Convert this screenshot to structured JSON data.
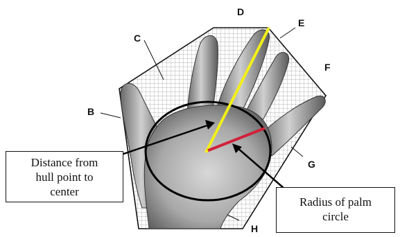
{
  "labels": {
    "B": "B",
    "C": "C",
    "D": "D",
    "E": "E",
    "F": "F",
    "G": "G",
    "H": "H"
  },
  "callouts": {
    "distance": "Distance from hull point to center",
    "distance_lines": [
      "Distance from",
      "hull point to",
      "center"
    ],
    "radius": "Radius of palm circle",
    "radius_lines": [
      "Radius of palm",
      "circle"
    ]
  },
  "colors": {
    "hull_line": "#111111",
    "hatch": "#8a8a8a",
    "hand_light": "#c9c9c9",
    "hand_dark": "#4a4a4a",
    "palm_circle": "#000000",
    "distance_line": "#f2ef1a",
    "radius_line": "#d0223a"
  }
}
